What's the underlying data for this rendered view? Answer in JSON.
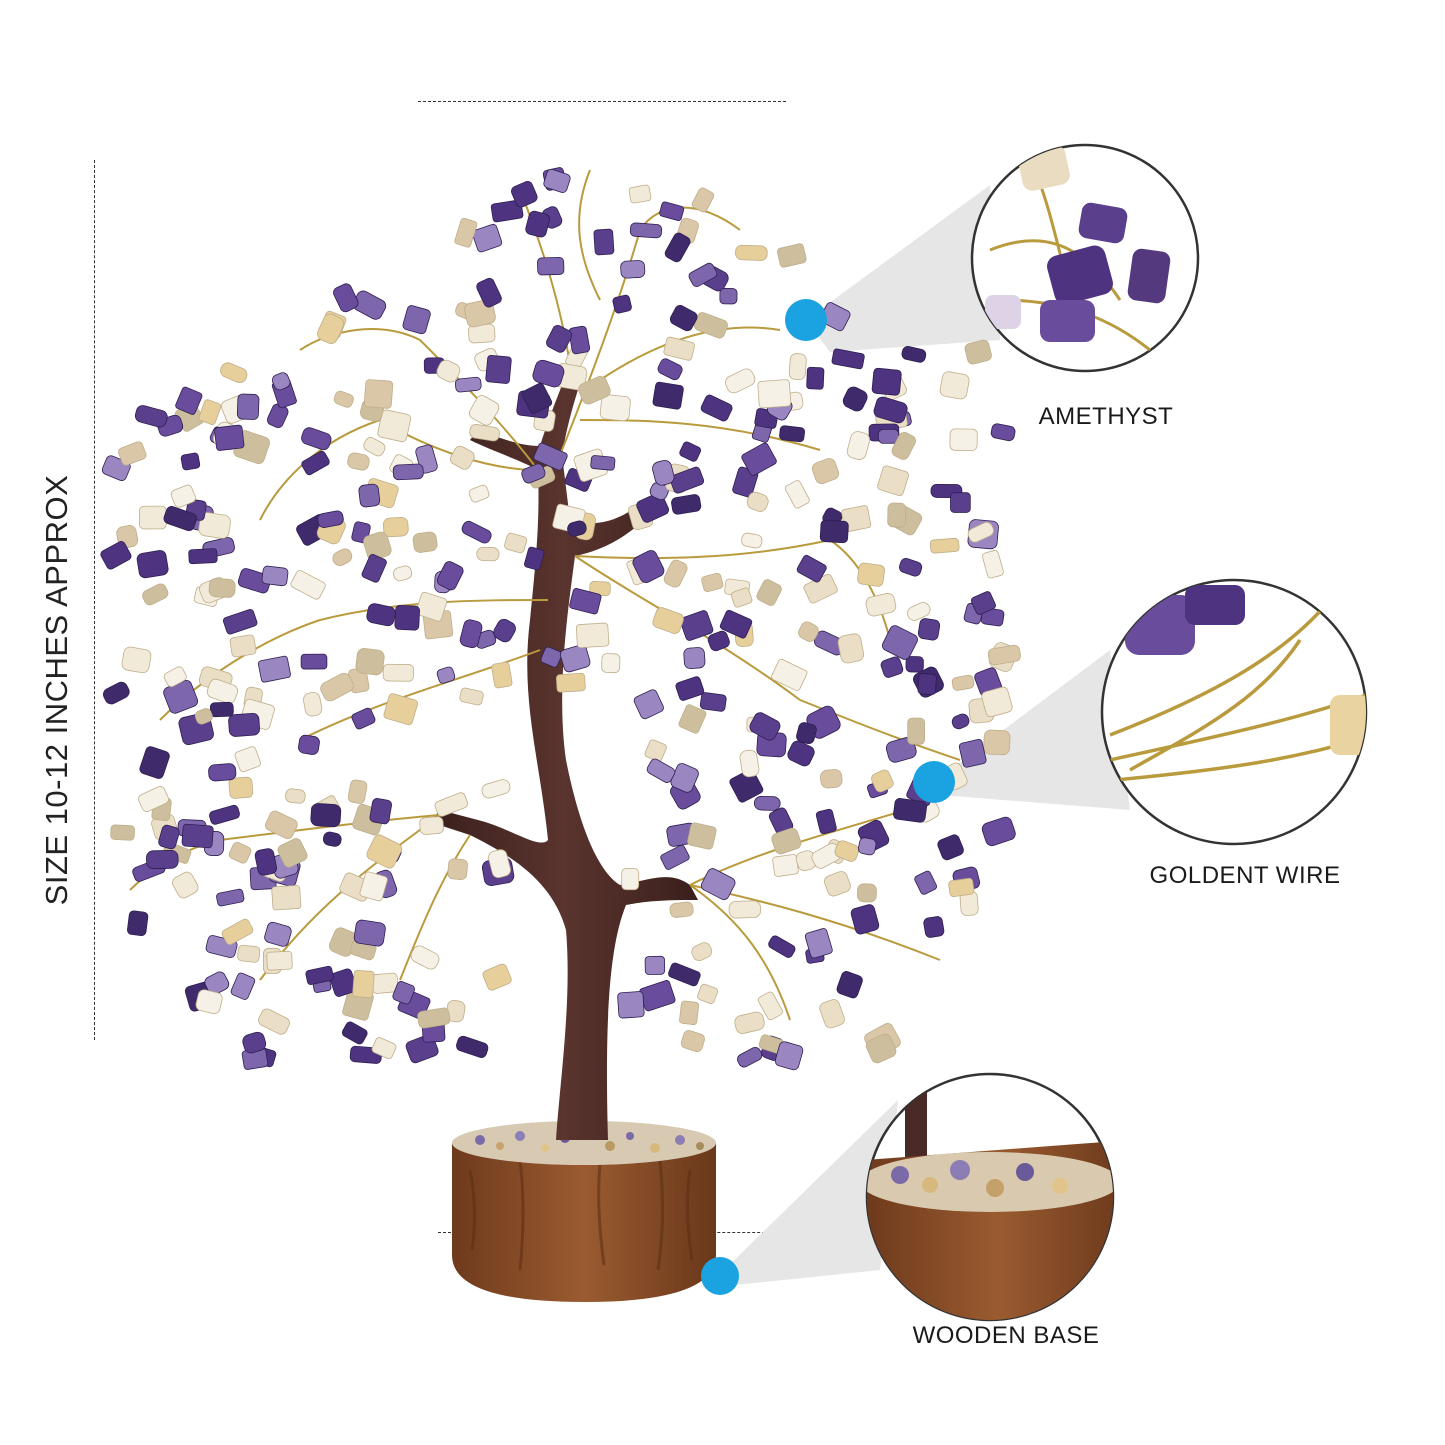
{
  "size_label": "SIZE   10-12 INCHES APPROX",
  "callouts": [
    {
      "label": "AMETHYST"
    },
    {
      "label": "GOLDENT WIRE"
    },
    {
      "label": "WOODEN BASE"
    }
  ],
  "colors": {
    "marker": "#1aa3e0",
    "amethyst": "#5a3f8c",
    "citrine": "#e9dcc0",
    "wire": "#b99a3c",
    "trunk": "#4a2a26",
    "base": "#8a4f2b"
  }
}
